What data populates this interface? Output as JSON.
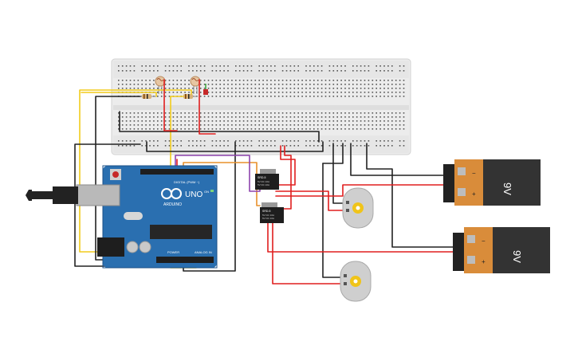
{
  "arduino": {
    "brand": "ARDUINO",
    "model": "UNO",
    "digital_label": "DIGITAL (PWM ~)",
    "power_label": "POWER",
    "analog_label": "ANALOG IN",
    "on_label": "ON"
  },
  "relays": [
    {
      "lines": [
        "SRD-5",
        "5V DC 10A",
        "5V DC 10A"
      ]
    },
    {
      "lines": [
        "SRD-5",
        "5V DC 10A",
        "5V DC 10A"
      ]
    }
  ],
  "batteries": [
    {
      "label": "9V",
      "plus": "+",
      "minus": "−"
    },
    {
      "label": "9V",
      "plus": "+",
      "minus": "−"
    }
  ],
  "colors": {
    "wire_red": "#e01e1e",
    "wire_black": "#222222",
    "wire_yellow": "#f2cc1c",
    "wire_orange": "#e8902a",
    "wire_purple": "#8e44ad",
    "board_blue": "#2a6fb0",
    "battery_orange": "#d98c3a",
    "battery_dark": "#333333",
    "breadboard": "#eeeeee"
  },
  "icons": {
    "arduino_logo": "infinity-logo-icon",
    "motor": "dc-motor-icon",
    "photoresistor": "ldr-icon"
  }
}
